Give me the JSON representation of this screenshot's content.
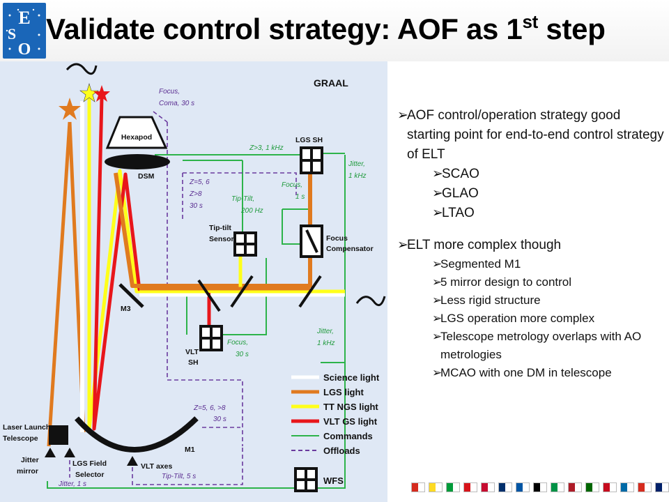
{
  "header": {
    "title_main": "Validate control strategy: AOF as 1",
    "title_sup": "st",
    "title_tail": " step",
    "logo_text": "ESO"
  },
  "diagram": {
    "title": "GRAAL",
    "components": {
      "hexapod": "Hexapod",
      "dsm": "DSM",
      "lgs_sh": "LGS SH",
      "tiptilt_sensor_1": "Tip-tilt",
      "tiptilt_sensor_2": "Sensor",
      "focus_comp_1": "Focus",
      "focus_comp_2": "Compensator",
      "m3": "M3",
      "vlt_sh_1": "VLT",
      "vlt_sh_2": "SH",
      "laser_launch_1": "Laser Launch",
      "laser_launch_2": "Telescope",
      "jitter_mirror_1": "Jitter",
      "jitter_mirror_2": "mirror",
      "lgs_field_1": "LGS Field",
      "lgs_field_2": "Selector",
      "vlt_axes": "VLT axes",
      "m1": "M1",
      "wfs": "WFS"
    },
    "annotations": {
      "focus_coma_1": "Focus,",
      "focus_coma_2": "Coma, 30 s",
      "z3": "Z>3, 1 kHz",
      "jitter_1k_a": "Jitter,",
      "jitter_1k_b": "1 kHz",
      "z56_1": "Z=5, 6",
      "z56_2": "Z>8",
      "z56_3": "30 s",
      "focus1s_1": "Focus,",
      "focus1s_2": "1 s",
      "tiptilt200_1": "Tip-Tilt,",
      "tiptilt200_2": "200 Hz",
      "jitter_1k2_a": "Jitter,",
      "jitter_1k2_b": "1 kHz",
      "focus30_1": "Focus,",
      "focus30_2": "30 s",
      "z568_1": "Z=5, 6, >8",
      "z568_2": "30 s",
      "tiptilt5": "Tip-Tilt, 5 s",
      "jitter1s": "Jitter, 1 s"
    },
    "legend": [
      {
        "label": "Science light",
        "color": "#ffffff",
        "style": "solid"
      },
      {
        "label": "LGS light",
        "color": "#e07a1f",
        "style": "solid"
      },
      {
        "label": "TT NGS light",
        "color": "#ffff1a",
        "style": "solid"
      },
      {
        "label": "VLT GS light",
        "color": "#e8161b",
        "style": "solid"
      },
      {
        "label": "Commands",
        "color": "#2db34a",
        "style": "solid"
      },
      {
        "label": "Offloads",
        "color": "#6a3a9e",
        "style": "dashed"
      }
    ]
  },
  "bullets": [
    {
      "level": 1,
      "text": "AOF control/operation strategy good starting point for end-to-end control strategy of ELT"
    },
    {
      "level": 2,
      "text": "SCAO"
    },
    {
      "level": 2,
      "text": "GLAO"
    },
    {
      "level": 2,
      "text": "LTAO"
    },
    {
      "level": 1,
      "text": "ELT more complex though"
    },
    {
      "level": 3,
      "text": "Segmented M1"
    },
    {
      "level": 3,
      "text": "5 mirror design to control"
    },
    {
      "level": 3,
      "text": "Less rigid structure"
    },
    {
      "level": 3,
      "text": "LGS operation more complex"
    },
    {
      "level": 3,
      "text": "Telescope metrology overlaps with AO metrologies"
    },
    {
      "level": 3,
      "text": "MCAO with one DM in telescope"
    }
  ],
  "bullet_marker": "➢",
  "flags": [
    "#d52b1e",
    "#fdda24",
    "#009b3a",
    "#d7141a",
    "#c60c30",
    "#002f6c",
    "#0055a4",
    "#000000",
    "#009246",
    "#ae1c28",
    "#006600",
    "#c60b1e",
    "#006aa7",
    "#d52b1e",
    "#012169",
    "#0039a6"
  ]
}
